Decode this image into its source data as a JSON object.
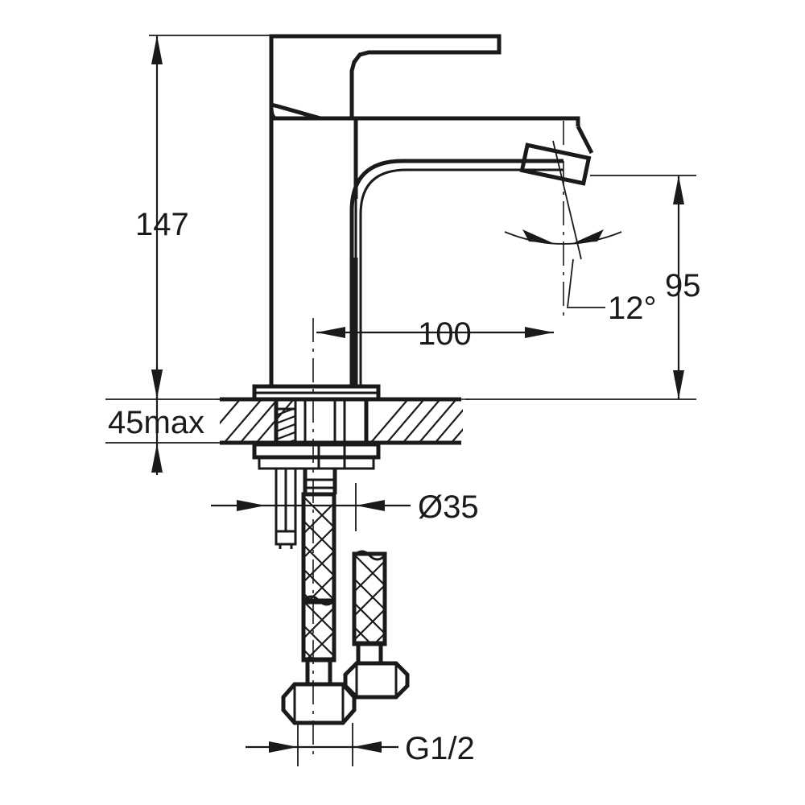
{
  "drawing": {
    "title": "Basin mixer tap technical dimension drawing",
    "product": "single-lever basin mixer",
    "view": "front elevation with sectioned deck",
    "units": "mm",
    "line_color": "#1a1a1a",
    "background_color": "#ffffff"
  },
  "dimensions": {
    "overall_height": {
      "label": "147",
      "name": "overall-height",
      "orientation": "vertical",
      "value": 147,
      "unit": "mm",
      "from": "top of lever handle",
      "to": "deck surface"
    },
    "spout_height": {
      "label": "95",
      "name": "spout-height",
      "orientation": "vertical",
      "value": 95,
      "unit": "mm",
      "from": "spout outlet",
      "to": "deck surface"
    },
    "spout_reach": {
      "label": "100",
      "name": "spout-reach",
      "orientation": "horizontal",
      "value": 100,
      "unit": "mm",
      "from": "body centre line",
      "to": "spout outlet centre"
    },
    "deck_thickness": {
      "label": "45max",
      "name": "deck-thickness-max",
      "orientation": "vertical",
      "value": 45,
      "unit": "mm",
      "qualifier": "max"
    },
    "mounting_hole": {
      "label": "Ø35",
      "name": "mounting-hole-diameter",
      "orientation": "horizontal",
      "value": 35,
      "unit": "mm",
      "symbol": "diameter"
    },
    "aerator_angle": {
      "label": "12°",
      "name": "aerator-angle",
      "orientation": "angular",
      "value": 12,
      "unit": "degrees"
    },
    "supply_thread": {
      "label": "G1/2",
      "name": "supply-thread-size",
      "orientation": "horizontal",
      "value": "G1/2",
      "unit": "inch BSP"
    }
  },
  "components": [
    {
      "name": "lever-handle",
      "label": "Lever handle"
    },
    {
      "name": "faucet-body",
      "label": "Faucet body"
    },
    {
      "name": "spout",
      "label": "Spout"
    },
    {
      "name": "aerator",
      "label": "Aerator outlet"
    },
    {
      "name": "base-flange",
      "label": "Base flange"
    },
    {
      "name": "countertop-deck",
      "label": "Countertop deck section"
    },
    {
      "name": "mounting-nut",
      "label": "Mounting nut"
    },
    {
      "name": "flexible-hose-long",
      "label": "Braided flexible supply hose"
    },
    {
      "name": "flexible-hose-short",
      "label": "Braided flexible supply hose"
    },
    {
      "name": "hex-nut-long-hose",
      "label": "Hex connector nut"
    },
    {
      "name": "hex-nut-short-hose",
      "label": "Hex connector nut"
    }
  ]
}
